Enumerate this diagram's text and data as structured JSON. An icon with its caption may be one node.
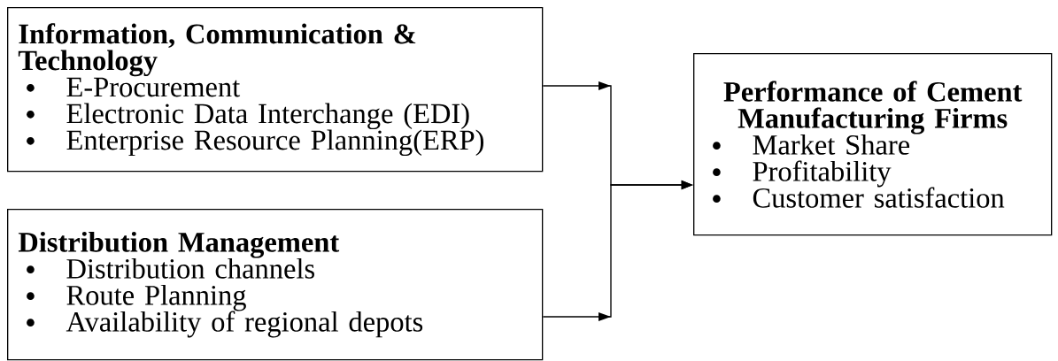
{
  "diagram": {
    "nodes": [
      {
        "text": [
          "Information, Communication & Technology",
          "E-Procurement",
          "Electronic Data Interchange (EDI)",
          "Enterprise Resource Planning(ERP)"
        ]
      },
      {
        "text": [
          "Distribution Management",
          "Distribution channels",
          "Route Planning",
          "Availability of regional depots"
        ]
      },
      {
        "text": [
          "Performance of Cement Manufacturing Firms",
          "Market Share",
          "Profitability",
          "Customer satisfaction"
        ]
      }
    ],
    "edges": [
      {
        "from": 0,
        "to": 2,
        "arrow": "to"
      },
      {
        "from": 1,
        "to": 2,
        "arrow": "to"
      }
    ]
  }
}
